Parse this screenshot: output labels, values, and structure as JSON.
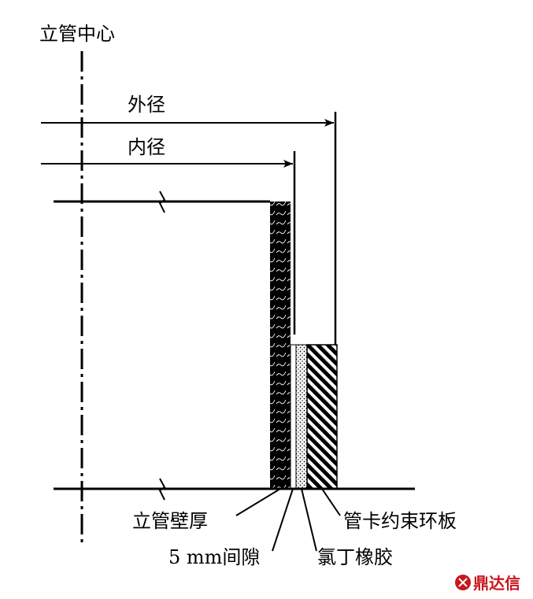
{
  "labels": {
    "riser_center": "立管中心",
    "outer_diameter": "外径",
    "inner_diameter": "内径",
    "wall_thickness": "立管壁厚",
    "gap": "5 mm间隙",
    "rubber": "氯丁橡胶",
    "clamp_plate": "管卡约束环板"
  },
  "watermark": {
    "text": "鼎达信",
    "icon": "logo-icon"
  },
  "colors": {
    "line": "#000000",
    "watermark": "#c8161d"
  }
}
